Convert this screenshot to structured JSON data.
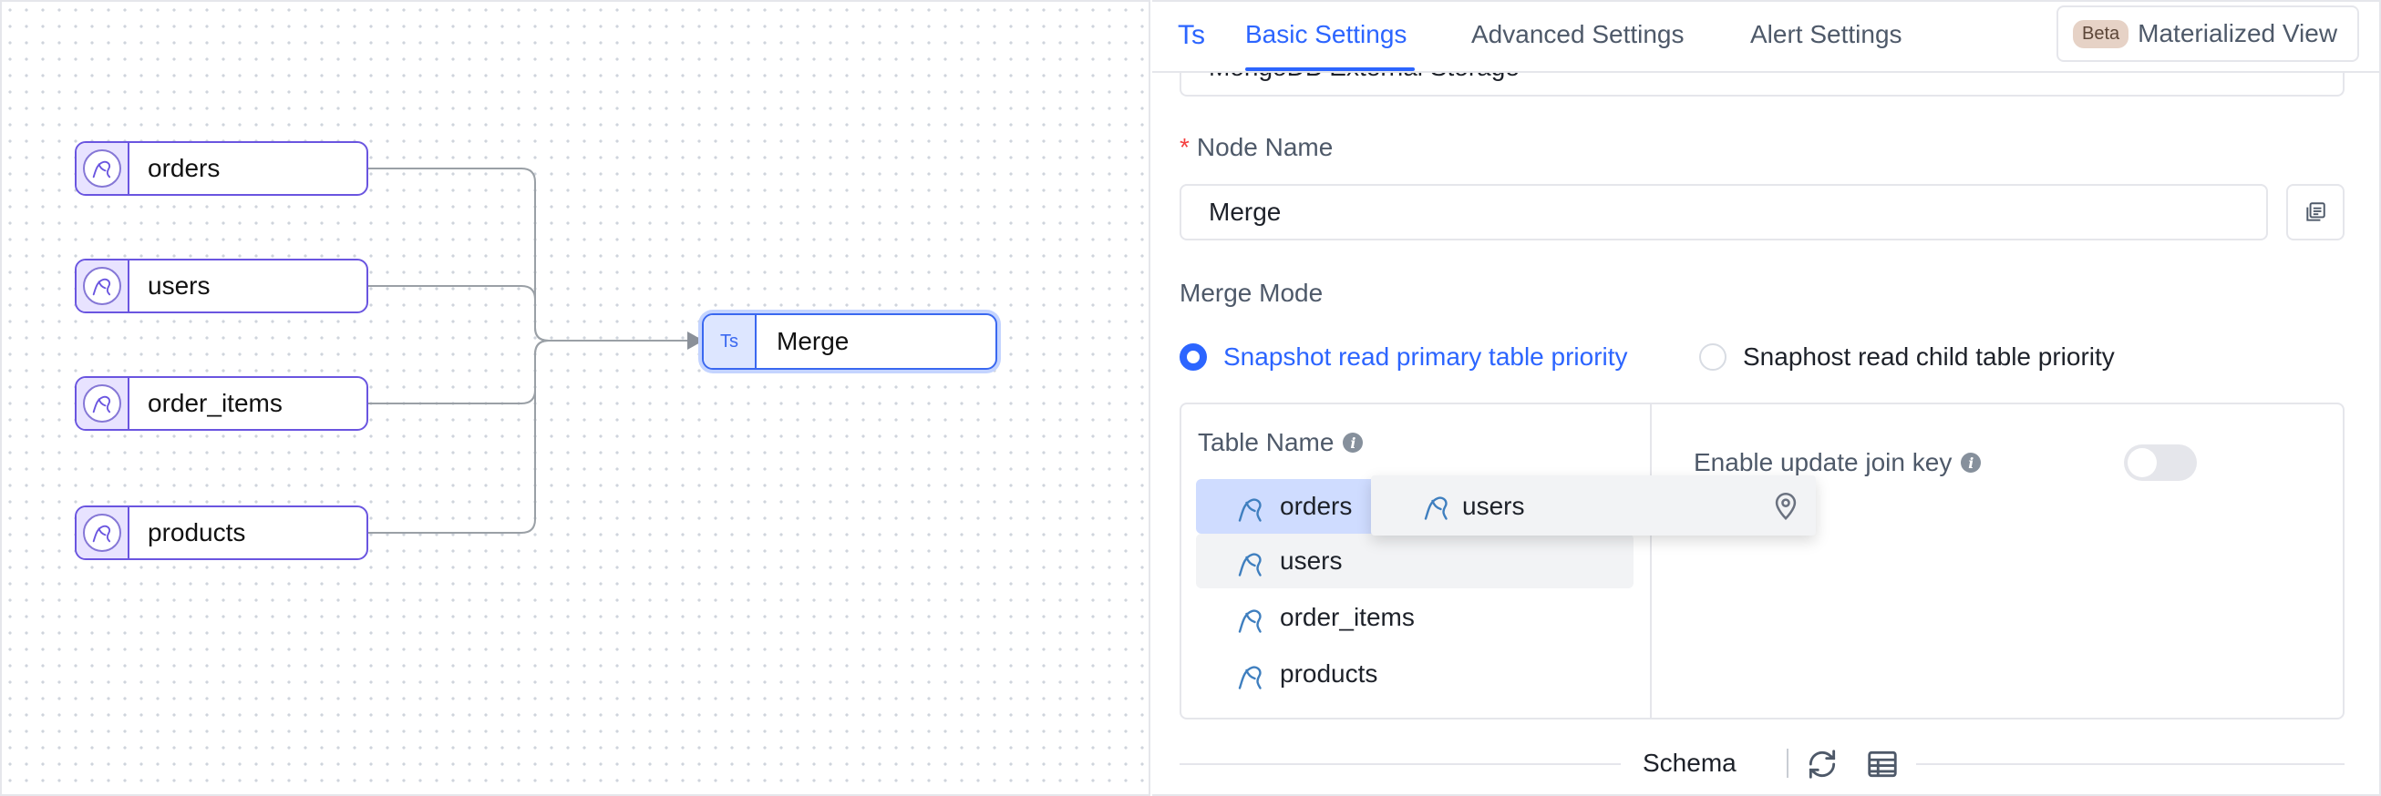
{
  "canvas": {
    "source_nodes": [
      {
        "label": "orders"
      },
      {
        "label": "users"
      },
      {
        "label": "order_items"
      },
      {
        "label": "products"
      }
    ],
    "merge_node": {
      "icon_text": "Ts",
      "label": "Merge"
    },
    "colors": {
      "node_border": "#6a55e0",
      "merge_border": "#3a68f0",
      "edge": "#9aa0a6"
    }
  },
  "panel": {
    "tabs": {
      "ts_icon": "Ts",
      "items": [
        {
          "label": "Basic Settings",
          "active": true
        },
        {
          "label": "Advanced Settings",
          "active": false
        },
        {
          "label": "Alert Settings",
          "active": false
        }
      ],
      "materialized_view": {
        "badge": "Beta",
        "label": "Materialized View"
      }
    },
    "clipped_field_text": "MongoDB External Storage",
    "node_name": {
      "required_mark": "*",
      "label": "Node Name",
      "value": "Merge",
      "copy_icon": "copy-icon"
    },
    "merge_mode": {
      "label": "Merge Mode",
      "options": [
        {
          "label": "Snapshot read primary table priority",
          "selected": true
        },
        {
          "label": "Snaphost read child table priority",
          "selected": false
        }
      ]
    },
    "table": {
      "header": "Table Name",
      "info_glyph": "i",
      "rows": [
        {
          "label": "orders",
          "state": "selected"
        },
        {
          "label": "users",
          "state": "hover"
        },
        {
          "label": "order_items",
          "state": "normal"
        },
        {
          "label": "products",
          "state": "normal"
        }
      ],
      "drag_ghost": {
        "label": "users",
        "pin_icon": "location-pin-icon"
      },
      "enable_update_join_key": {
        "label": "Enable update join key",
        "enabled": false
      }
    },
    "schema": {
      "label": "Schema",
      "refresh_icon": "refresh-icon",
      "table_icon": "table-icon"
    },
    "colors": {
      "primary": "#2c65ff",
      "text": "#1d2129",
      "muted": "#4e5969",
      "border": "#e5e6eb"
    }
  }
}
